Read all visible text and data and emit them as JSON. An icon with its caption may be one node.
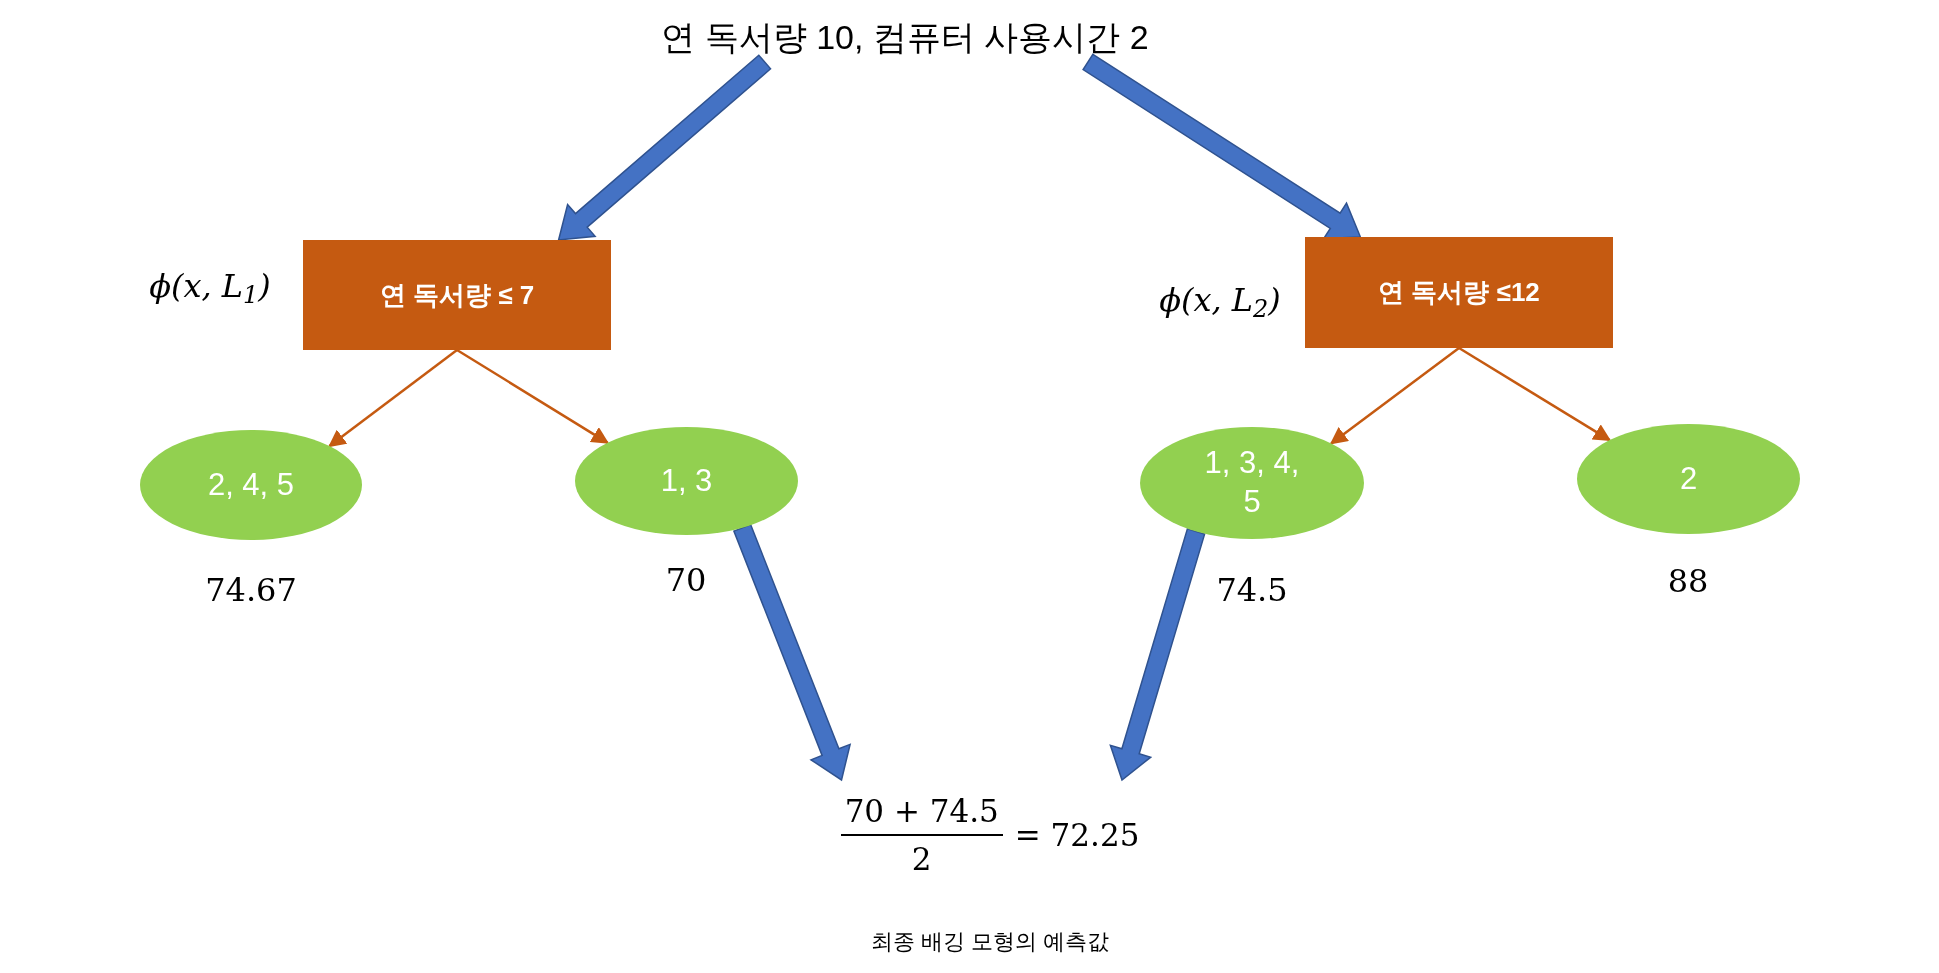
{
  "diagram": {
    "nodes": [
      {
        "text": [
          "연 독서량 10, 컴퓨터 사용시간 2"
        ]
      },
      {
        "text": [
          "연 독서량 ≤ 7"
        ],
        "beside": [
          "ϕ(x, L$_{1}$)"
        ]
      },
      {
        "text": [
          "2, 4, 5"
        ],
        "beside": [
          "74.67"
        ]
      },
      {
        "text": [
          "1, 3"
        ],
        "beside": [
          "70"
        ]
      },
      {
        "text": [
          "연 독서량 ≤12"
        ],
        "beside": [
          "ϕ(x, L$_{2}$)"
        ]
      },
      {
        "text": [
          "1, 3, 4, 5"
        ],
        "beside": [
          "74.5"
        ]
      },
      {
        "text": [
          "2"
        ],
        "beside": [
          "88"
        ]
      },
      {
        "text": [
          "70 + 74.5",
          "2",
          "= 72.25"
        ],
        "beside": [
          "최종 배깅 모형의 예측값"
        ]
      }
    ],
    "edges": [
      {
        "from": 0,
        "to": 1,
        "arrow": "to",
        "style": "thick",
        "color": "#4472c4"
      },
      {
        "from": 0,
        "to": 4,
        "arrow": "to",
        "style": "thick",
        "color": "#4472c4"
      },
      {
        "from": 1,
        "to": 2,
        "arrow": "to"
      },
      {
        "from": 1,
        "to": 3,
        "arrow": "to"
      },
      {
        "from": 4,
        "to": 5,
        "arrow": "to"
      },
      {
        "from": 4,
        "to": 6,
        "arrow": "to"
      },
      {
        "from": 3,
        "to": 7,
        "arrow": "to",
        "style": "thick",
        "color": "#4472c4"
      },
      {
        "from": 5,
        "to": 7,
        "arrow": "to",
        "style": "thick",
        "color": "#4472c4"
      }
    ]
  }
}
